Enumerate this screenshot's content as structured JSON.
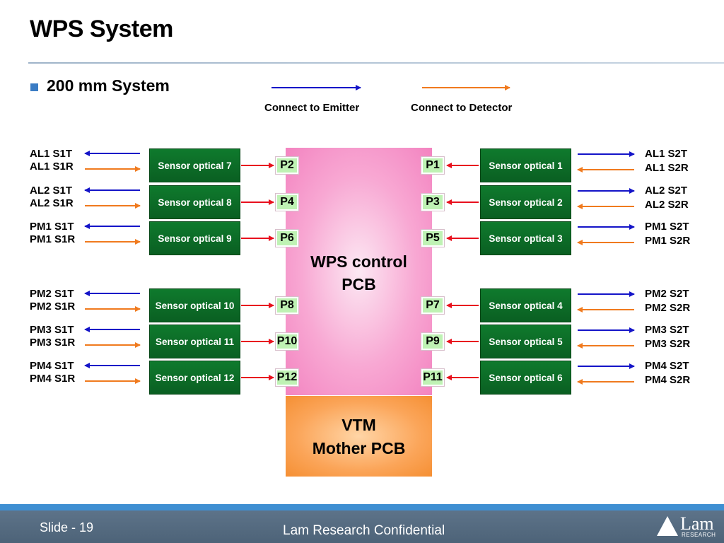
{
  "slide": {
    "title": "WPS System",
    "subtitle": "200 mm System",
    "footer": {
      "slide_number": "Slide - 19",
      "confidential": "Lam Research Confidential",
      "logo_main": "Lam",
      "logo_sub": "RESEARCH"
    }
  },
  "colors": {
    "emitter": "#1414c8",
    "detector": "#f07a1e",
    "port_link": "#e8101e",
    "sensor_bg": "#0c6b27",
    "pcb": "#f7a3cf",
    "vtm": "#f9a050",
    "bullet": "#3a7cc4"
  },
  "legend": {
    "emitter": "Connect to Emitter",
    "detector": "Connect to Detector"
  },
  "pcb": {
    "line1": "WPS control",
    "line2": "PCB"
  },
  "vtm": {
    "line1": "VTM",
    "line2": "Mother PCB"
  },
  "left_sensors": [
    {
      "name": "Sensor optical 7",
      "port": "P2",
      "t_label": "AL1 S1T",
      "r_label": "AL1 S1R"
    },
    {
      "name": "Sensor optical 8",
      "port": "P4",
      "t_label": "AL2 S1T",
      "r_label": "AL2 S1R"
    },
    {
      "name": "Sensor optical 9",
      "port": "P6",
      "t_label": "PM1 S1T",
      "r_label": "PM1 S1R"
    },
    {
      "name": "Sensor optical 10",
      "port": "P8",
      "t_label": "PM2 S1T",
      "r_label": "PM2 S1R"
    },
    {
      "name": "Sensor optical 11",
      "port": "P10",
      "t_label": "PM3 S1T",
      "r_label": "PM3 S1R"
    },
    {
      "name": "Sensor optical 12",
      "port": "P12",
      "t_label": "PM4 S1T",
      "r_label": "PM4 S1R"
    }
  ],
  "right_sensors": [
    {
      "name": "Sensor optical 1",
      "port": "P1",
      "t_label": "AL1 S2T",
      "r_label": "AL1 S2R"
    },
    {
      "name": "Sensor optical 2",
      "port": "P3",
      "t_label": "AL2 S2T",
      "r_label": "AL2 S2R"
    },
    {
      "name": "Sensor optical 3",
      "port": "P5",
      "t_label": "PM1 S2T",
      "r_label": "PM1 S2R"
    },
    {
      "name": "Sensor optical 4",
      "port": "P7",
      "t_label": "PM2 S2T",
      "r_label": "PM2 S2R"
    },
    {
      "name": "Sensor optical 5",
      "port": "P9",
      "t_label": "PM3 S2T",
      "r_label": "PM3 S2R"
    },
    {
      "name": "Sensor optical 6",
      "port": "P11",
      "t_label": "PM4 S2T",
      "r_label": "PM4 S2R"
    }
  ]
}
